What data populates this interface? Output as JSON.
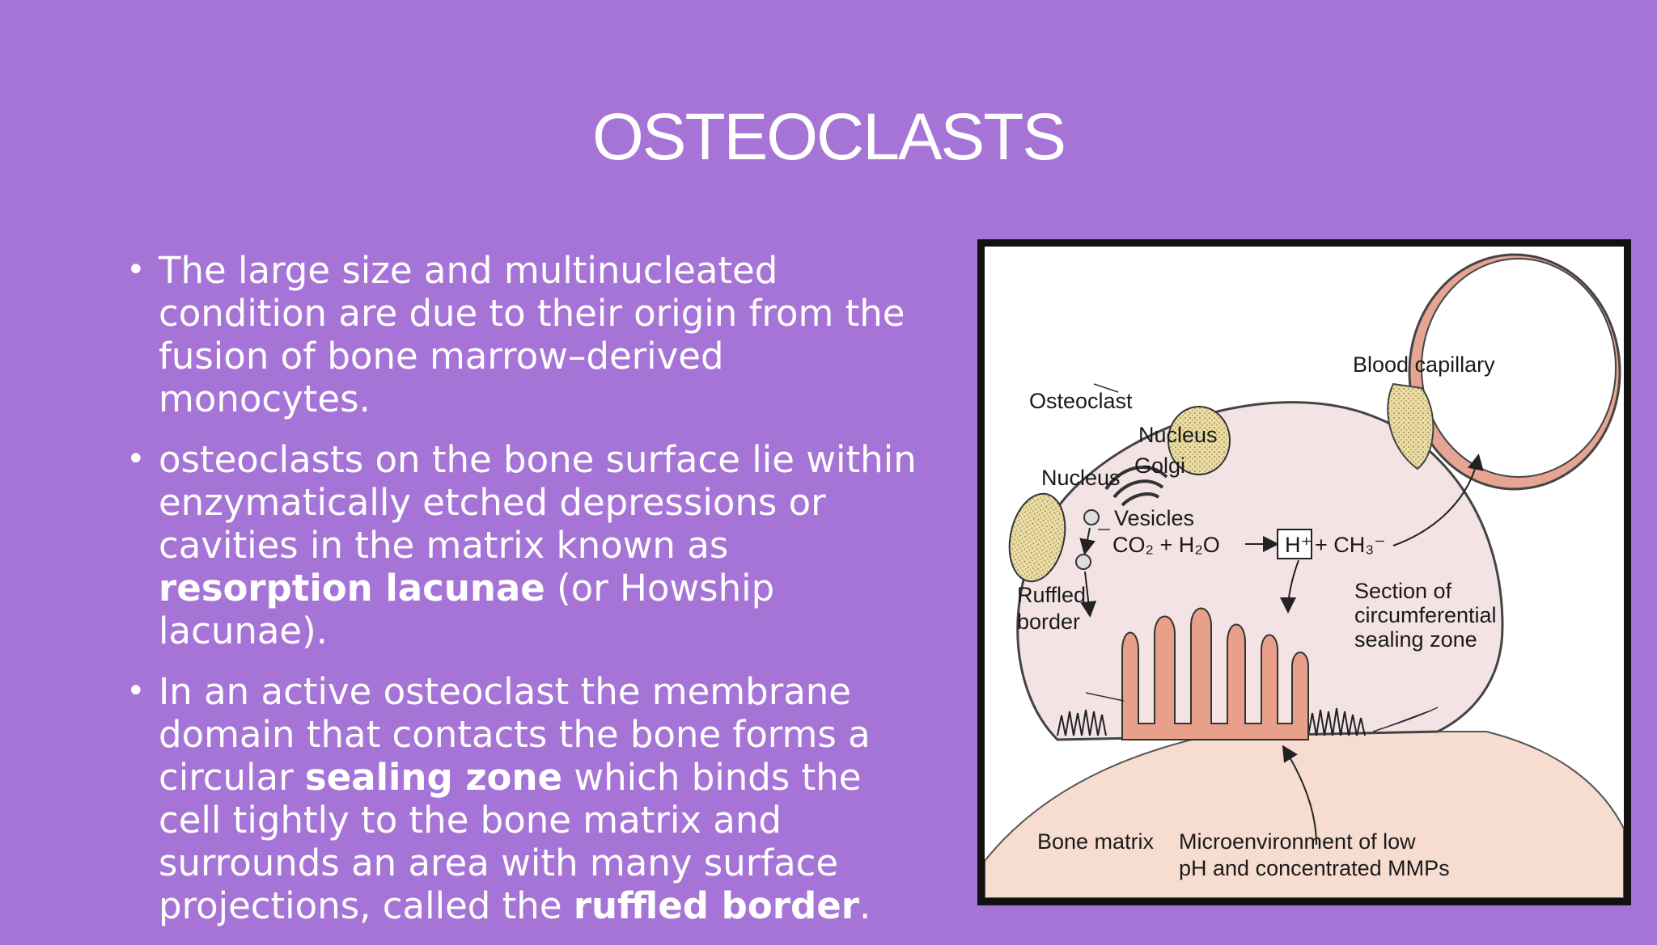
{
  "slide": {
    "title": "OSTEOCLASTS",
    "bullets": [
      {
        "parts": [
          {
            "text": "The large size and multinucleated condition  are due to their origin from the fusion of bone marrow–derived monocytes.",
            "bold": false
          }
        ]
      },
      {
        "parts": [
          {
            "text": " osteoclasts on the bone surface lie within enzymatically etched depressions or cavities in the matrix known as ",
            "bold": false
          },
          {
            "text": "resorption lacunae",
            "bold": true
          },
          {
            "text": " (or Howship lacunae).",
            "bold": false
          }
        ]
      },
      {
        "parts": [
          {
            "text": "In an active osteoclast the membrane domain that contacts the bone forms a circular ",
            "bold": false
          },
          {
            "text": "sealing zone",
            "bold": true
          },
          {
            "text": " which binds the cell tightly to the bone matrix and surrounds an area with many surface projections, called the ",
            "bold": false
          },
          {
            "text": "ruffled border",
            "bold": true
          },
          {
            "text": ".",
            "bold": false
          }
        ]
      }
    ]
  },
  "figure": {
    "labels": {
      "osteoclast": "Osteoclast",
      "nucleus_top": "Nucleus",
      "golgi": "Golgi",
      "nucleus_left": "Nucleus",
      "vesicles": "Vesicles",
      "reaction_left": "CO₂ + H₂O",
      "h_plus": "H⁺",
      "reaction_right": "+ CH₃⁻",
      "ruffled_line1": "Ruffled",
      "ruffled_line2": "border",
      "blood_capillary": "Blood capillary",
      "section_line1": "Section of",
      "section_line2": "circumferential",
      "section_line3": "sealing zone",
      "bone_matrix": "Bone matrix",
      "micro_line1": "Microenvironment of low",
      "micro_line2": "pH and concentrated MMPs"
    }
  },
  "colors": {
    "background": "#a674d6",
    "text": "#ffffff",
    "cell_fill": "#f3e3e5",
    "nucleus_fill": "#eadca2",
    "capillary_wall": "#e6a493",
    "ruffled_fill": "#e9a08a",
    "bone_fill": "#f6ddd0"
  }
}
